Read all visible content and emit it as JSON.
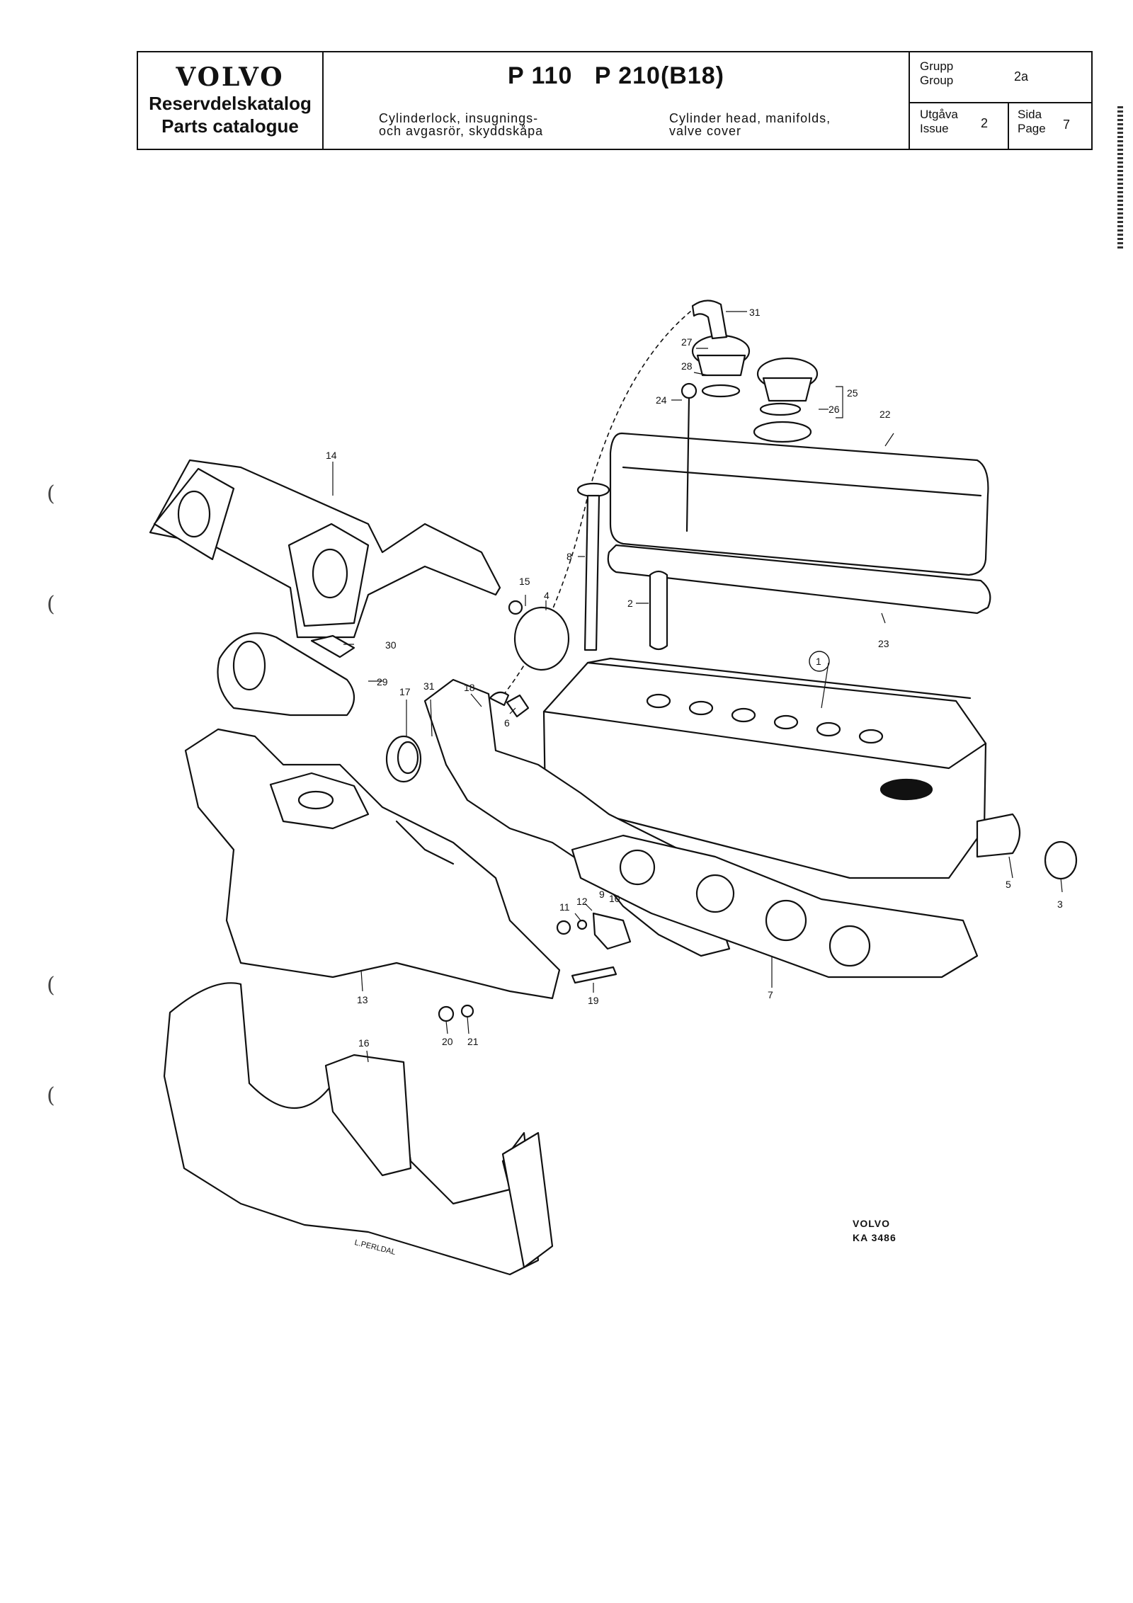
{
  "header": {
    "brand_logo": "VOLVO",
    "brand_line1": "Reservdelskatalog",
    "brand_line2": "Parts catalogue",
    "model": "P 110   P 210(B18)",
    "desc_sv_line1": "Cylinderlock, insugnings-",
    "desc_sv_line2": "och avgasrör, skyddskåpa",
    "desc_en_line1": "Cylinder head, manifolds,",
    "desc_en_line2": "valve cover",
    "group_label_sv": "Grupp",
    "group_label_en": "Group",
    "group_value": "2a",
    "issue_label_sv": "Utgåva",
    "issue_label_en": "Issue",
    "issue_value": "2",
    "page_label_sv": "Sida",
    "page_label_en": "Page",
    "page_value": "7"
  },
  "part_numbers": [
    "1",
    "2",
    "3",
    "4",
    "5",
    "6",
    "7",
    "8",
    "9",
    "10",
    "11",
    "12",
    "13",
    "14",
    "15",
    "16",
    "17",
    "18",
    "19",
    "20",
    "21",
    "22",
    "23",
    "24",
    "25",
    "26",
    "27",
    "28",
    "29",
    "30",
    "31",
    "31"
  ],
  "caption": {
    "line1": "VOLVO",
    "line2": "KA 3486"
  },
  "signature": "L.PERLDAL",
  "margin_marks": [
    "(",
    "(",
    "(",
    "("
  ]
}
